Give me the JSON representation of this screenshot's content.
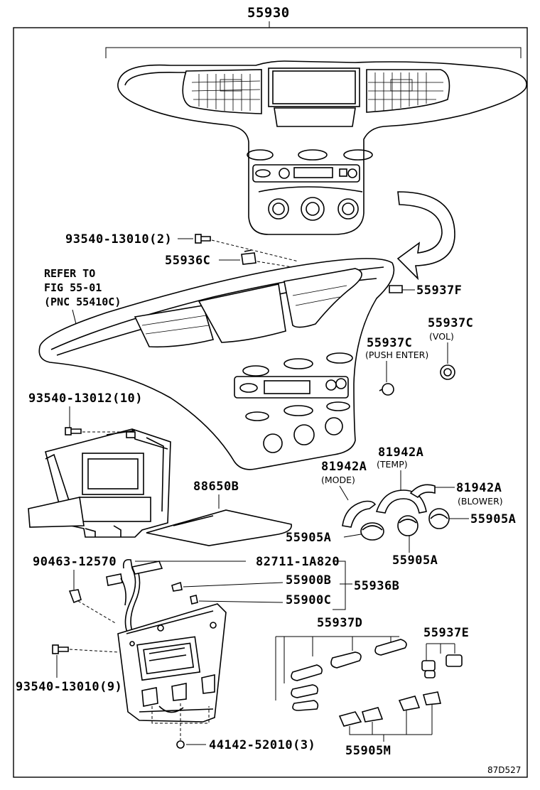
{
  "labels": {
    "top_assembly": "55930",
    "screw_top": "93540-13010(2)",
    "bracket_55936c": "55936C",
    "clip_55937f": "55937F",
    "refer_line1": "REFER TO",
    "refer_line2": "FIG 55-01",
    "refer_line3": "(PNC 55410C)",
    "knob_vol_pn": "55937C",
    "knob_vol_note": "(VOL)",
    "knob_push_pn": "55937C",
    "knob_push_note": "(PUSH ENTER)",
    "screw_mid": "93540-13012(10)",
    "pad_88650b": "88650B",
    "ring_temp_pn": "81942A",
    "ring_temp_note": "(TEMP)",
    "ring_mode_pn": "81942A",
    "ring_mode_note": "(MODE)",
    "ring_blower_pn": "81942A",
    "ring_blower_note": "(BLOWER)",
    "knob_right": "55905A",
    "knob_left": "55905A",
    "knob_center": "55905A",
    "clamp_90463": "90463-12570",
    "wire_82711": "82711-1A820",
    "bulb_55900b": "55900B",
    "bulb_55900c": "55900C",
    "assy_55936b": "55936B",
    "screw_low": "93540-13010(9)",
    "nut_44142": "44142-52010(3)",
    "knobs_55937d": "55937D",
    "knobs_55937e": "55937E",
    "knobs_55905m": "55905M",
    "figure_code": "87D527"
  }
}
